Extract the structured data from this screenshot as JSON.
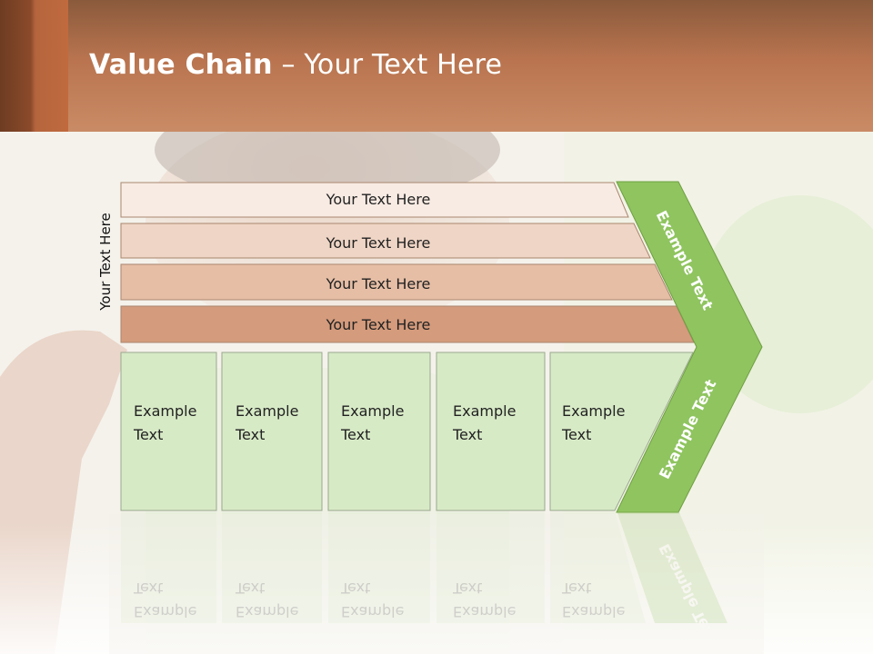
{
  "slide": {
    "title_bold": "Value Chain",
    "title_rest": " – Your Text Here",
    "side_label": "Your Text Here"
  },
  "rows": [
    {
      "label": "Your Text Here",
      "color": "#f8ebe3"
    },
    {
      "label": "Your Text Here",
      "color": "#efd5c5"
    },
    {
      "label": "Your Text Here",
      "color": "#e6bea5"
    },
    {
      "label": "Your Text Here",
      "color": "#d49b7c"
    }
  ],
  "boxes": [
    {
      "line1": "Example",
      "line2": "Text"
    },
    {
      "line1": "Example",
      "line2": "Text"
    },
    {
      "line1": "Example",
      "line2": "Text"
    },
    {
      "line1": "Example",
      "line2": "Text"
    },
    {
      "line1": "Example",
      "line2": "Text"
    }
  ],
  "arrow": {
    "upper_text": "Example Text",
    "lower_text": "Example Text",
    "color": "#8fc45f",
    "box_color": "#d7eac6"
  },
  "colors": {
    "header_accent": "#c07a55",
    "header_band": "#8b4a2a"
  }
}
